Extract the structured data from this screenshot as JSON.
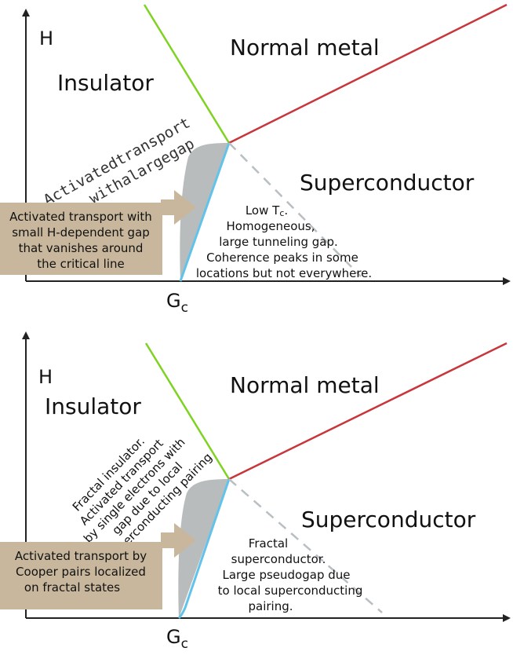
{
  "colors": {
    "insulator_boundary": "#7ed321",
    "metal_boundary": "#c8353a",
    "superconductor_boundary": "#62c3ea",
    "dashed_line": "#b8bfc3",
    "shaded_region": "#b9bcbd",
    "callout_box": "#c8b79c",
    "axes": "#222222"
  },
  "top_panel": {
    "y_axis_label": "H",
    "x_axis_label_main": "G",
    "x_axis_label_sub": "c",
    "regions": {
      "normal_metal": "Normal metal",
      "insulator": "Insulator",
      "superconductor": "Superconductor"
    },
    "rotated_note": {
      "line1": "Activatedtransport",
      "line2": "withalargegap"
    },
    "callout": [
      "Activated transport with",
      "small H-dependent gap",
      "that vanishes  around",
      "the critical line"
    ],
    "superconductor_note": {
      "line1_main": "Low T",
      "line1_sub": "c",
      "line1_end": ".",
      "line2": "Homogeneous,",
      "line3": "large tunneling gap.",
      "line4": "Coherence peaks in some",
      "line5": "locations but not everywhere."
    }
  },
  "bottom_panel": {
    "y_axis_label": "H",
    "x_axis_label_main": "G",
    "x_axis_label_sub": "c",
    "regions": {
      "normal_metal": "Normal metal",
      "insulator": "Insulator",
      "superconductor": "Superconductor"
    },
    "rotated_note": [
      "Fractal insulator.",
      "Activated transport",
      "by single electrons with",
      "gap due to local",
      "superconducting pairing"
    ],
    "callout": [
      "Activated transport by",
      "Cooper pairs localized",
      "on fractal states"
    ],
    "superconductor_note": [
      "Fractal",
      "superconductor.",
      "Large pseudogap due",
      "to local superconducting",
      "pairing."
    ]
  }
}
